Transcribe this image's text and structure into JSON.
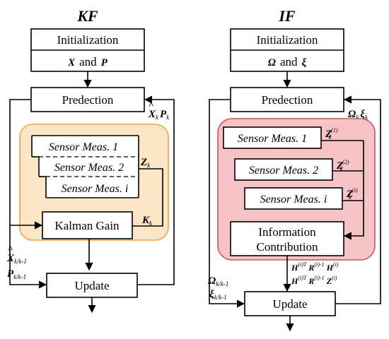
{
  "kf": {
    "title": "KF",
    "init_label": "Initialization",
    "init_vars": {
      "x": "X",
      "and": "and",
      "p": "P"
    },
    "predict_label": "Predection",
    "feedback": {
      "x": "X",
      "k": "k",
      "p": "P"
    },
    "sensors": [
      "Sensor Meas. 1",
      "Sensor Meas. 2",
      "Sensor Meas. i"
    ],
    "z_label": {
      "z": "Z",
      "k": "k"
    },
    "gain_label": "Kalman Gain",
    "gain_out": {
      "k": "K",
      "sub": "k"
    },
    "prior": {
      "x": "X",
      "xsub": "k/k-1",
      "p": "P",
      "psub": "k/k-1"
    },
    "update_label": "Update"
  },
  "if": {
    "title": "IF",
    "init_label": "Initialization",
    "init_vars": {
      "omega": "Ω",
      "and": "and",
      "xi": "ξ"
    },
    "predict_label": "Predection",
    "feedback": {
      "omega": "Ω",
      "k": "k",
      "xi": "ξ"
    },
    "sensors": [
      {
        "label": "Sensor Meas. 1",
        "sup": "(1)"
      },
      {
        "label": "Sensor Meas. 2",
        "sup": "(2)"
      },
      {
        "label": "Sensor Meas. i",
        "sup": "(i)"
      }
    ],
    "z": "Z",
    "k": "k",
    "info_label_1": "Information",
    "info_label_2": "Contribution",
    "contrib": {
      "h": "H",
      "r": "R",
      "z": "Z",
      "sup_i": "(i)",
      "sup_iT": "(i)T",
      "sup_inv": "(i)-1"
    },
    "prior": {
      "omega": "Ω",
      "osub": "k/k-1",
      "xi": "ξ",
      "xsub": "k/k-1"
    },
    "update_label": "Update"
  },
  "colors": {
    "kf_region_fill": "#fde6c8",
    "kf_region_stroke": "#e8a64a",
    "if_region_fill": "#f6c4c6",
    "if_region_stroke": "#c9575c"
  }
}
